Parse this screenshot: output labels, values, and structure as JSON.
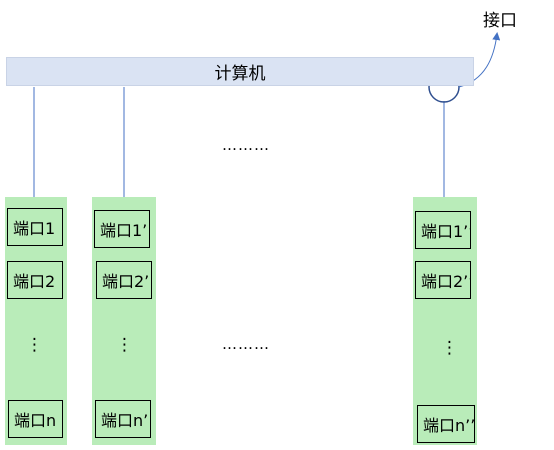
{
  "computer": {
    "label": "计算机"
  },
  "interface": {
    "label": "接口"
  },
  "ellipsis": "………",
  "vertical_ellipsis": "⋮",
  "columns": [
    {
      "ports": [
        "端口1",
        "端口2",
        "端口n"
      ]
    },
    {
      "ports": [
        "端口1’",
        "端口2’",
        "端口n’"
      ]
    },
    {
      "ports": [
        "端口1’’",
        "端口2’’",
        "端口n’’"
      ]
    }
  ],
  "colors": {
    "bar": "#dae3f3",
    "column": "#b9ecb9",
    "arrow": "#4472c4",
    "circle": "#2f4f8f"
  }
}
